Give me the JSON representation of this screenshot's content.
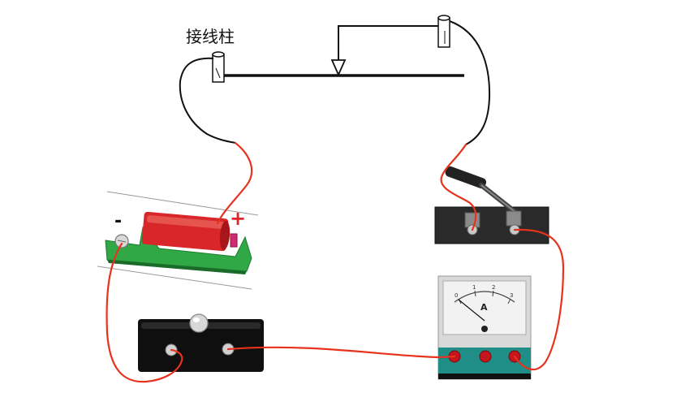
{
  "labels": {
    "terminal_post": "接线柱",
    "battery_minus": "-",
    "battery_plus": "+",
    "ammeter_unit": "A",
    "ammeter_scale": [
      "0",
      "1",
      "2",
      "3"
    ]
  },
  "colors": {
    "wire_red": "#e8321e",
    "wire_black": "#111111",
    "battery_body": "#d8262a",
    "battery_base": "#2fa845",
    "switch_base": "#2a2a2a",
    "ammeter_base": "#1f8e86",
    "socket_red": "#c4161c",
    "board_black": "#0f0f0f"
  }
}
